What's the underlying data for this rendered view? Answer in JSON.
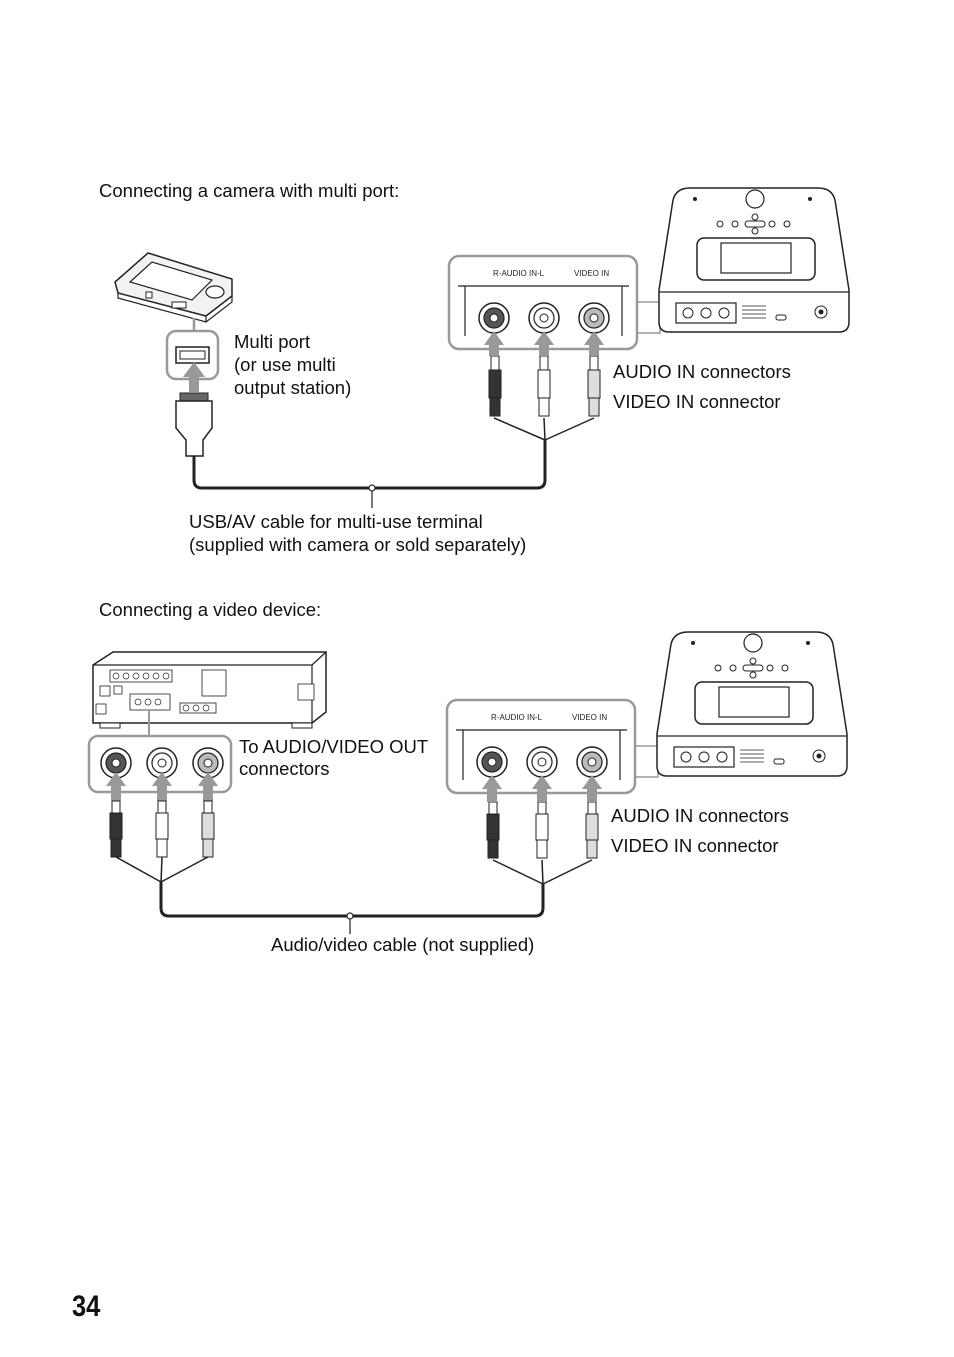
{
  "section1": {
    "heading": "Connecting a camera with multi port:",
    "multi_port_label": [
      "Multi port",
      "(or use multi",
      "output station)"
    ],
    "panel_audio_label": "R-AUDIO IN-L",
    "panel_video_label": "VIDEO IN",
    "audio_in_label": "AUDIO IN connectors",
    "video_in_label": "VIDEO IN connector",
    "cable_label": [
      "USB/AV cable for multi-use terminal",
      "(supplied with camera or sold separately)"
    ]
  },
  "section2": {
    "heading": "Connecting a video device:",
    "out_label": [
      "To AUDIO/VIDEO OUT",
      "connectors"
    ],
    "panel_audio_label": "R-AUDIO IN-L",
    "panel_video_label": "VIDEO IN",
    "audio_in_label": "AUDIO IN connectors",
    "video_in_label": "VIDEO IN connector",
    "cable_label": "Audio/video cable (not supplied)"
  },
  "page_number": "34"
}
